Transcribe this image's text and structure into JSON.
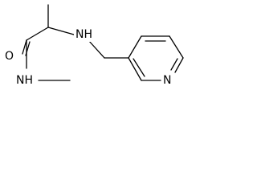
{
  "molecule": {
    "atoms": {
      "amide_oxygen": "O",
      "amide_nitrogen": "NH",
      "amine_nitrogen": "NH",
      "pyridine_nitrogen": "N"
    },
    "colors": {
      "bond": "#000000",
      "text": "#000000",
      "background": "#ffffff"
    }
  }
}
